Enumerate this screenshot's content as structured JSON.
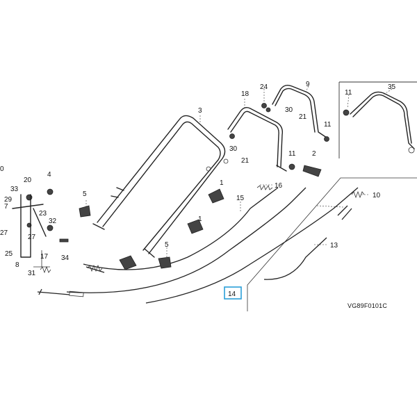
{
  "diagram_code": "VG89F0101C",
  "highlighted_part": "14",
  "labels": {
    "p2": "2",
    "p3": "3",
    "p4": "4",
    "p5a": "5",
    "p5b": "5",
    "p8": "8",
    "p9": "9",
    "p10": "10",
    "p11a": "11",
    "p11b": "11",
    "p11c": "11",
    "p13": "13",
    "p14": "14",
    "p15": "15",
    "p16": "16",
    "p17": "17",
    "p18": "18",
    "p20": "20",
    "p21a": "21",
    "p21b": "21",
    "p23": "23",
    "p24": "24",
    "p25": "25",
    "p27a": "27",
    "p27b": "27",
    "p29": "29",
    "p30a": "30",
    "p30b": "30",
    "p31": "31",
    "p32": "32",
    "p33": "33",
    "p34": "34",
    "p35": "35",
    "p1a": "1",
    "p1b": "1",
    "p0": "0",
    "p7": "7"
  }
}
